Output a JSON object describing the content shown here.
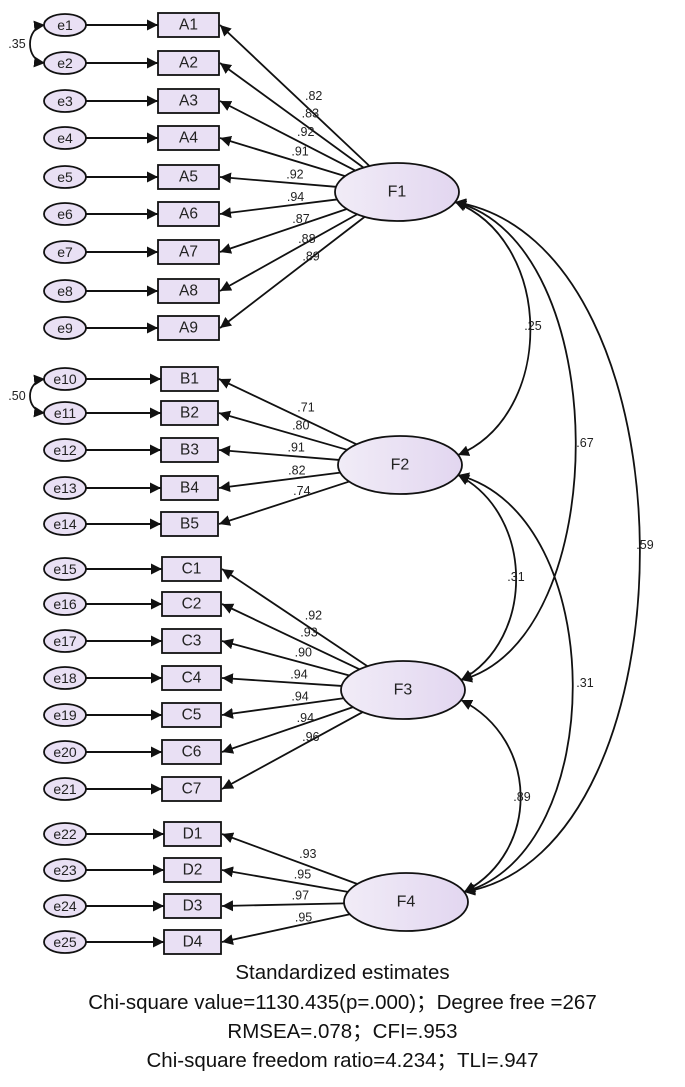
{
  "diagram_title": "Standardized estimates",
  "fit_lines": [
    "Chi-square value=1130.435(p=.000)；Degree free =267",
    "RMSEA=.078；CFI=.953",
    "Chi-square freedom ratio=4.234；TLI=.947"
  ],
  "colors": {
    "node_fill": "#e9e0f4",
    "factor_fill_light": "#f1ecf7",
    "factor_fill_dark": "#e2d6f0",
    "stroke": "#111111"
  },
  "factors": [
    {
      "label": "F1",
      "indicators": [
        {
          "label": "A1",
          "error": "e1",
          "loading": ".82"
        },
        {
          "label": "A2",
          "error": "e2",
          "loading": ".83"
        },
        {
          "label": "A3",
          "error": "e3",
          "loading": ".92"
        },
        {
          "label": "A4",
          "error": "e4",
          "loading": ".91"
        },
        {
          "label": "A5",
          "error": "e5",
          "loading": ".92"
        },
        {
          "label": "A6",
          "error": "e6",
          "loading": ".94"
        },
        {
          "label": "A7",
          "error": "e7",
          "loading": ".87"
        },
        {
          "label": "A8",
          "error": "e8",
          "loading": ".88"
        },
        {
          "label": "A9",
          "error": "e9",
          "loading": ".89"
        }
      ]
    },
    {
      "label": "F2",
      "indicators": [
        {
          "label": "B1",
          "error": "e10",
          "loading": ".71"
        },
        {
          "label": "B2",
          "error": "e11",
          "loading": ".80"
        },
        {
          "label": "B3",
          "error": "e12",
          "loading": ".91"
        },
        {
          "label": "B4",
          "error": "e13",
          "loading": ".82"
        },
        {
          "label": "B5",
          "error": "e14",
          "loading": ".74"
        }
      ]
    },
    {
      "label": "F3",
      "indicators": [
        {
          "label": "C1",
          "error": "e15",
          "loading": ".92"
        },
        {
          "label": "C2",
          "error": "e16",
          "loading": ".93"
        },
        {
          "label": "C3",
          "error": "e17",
          "loading": ".90"
        },
        {
          "label": "C4",
          "error": "e18",
          "loading": ".94"
        },
        {
          "label": "C5",
          "error": "e19",
          "loading": ".94"
        },
        {
          "label": "C6",
          "error": "e20",
          "loading": ".94"
        },
        {
          "label": "C7",
          "error": "e21",
          "loading": ".96"
        }
      ]
    },
    {
      "label": "F4",
      "indicators": [
        {
          "label": "D1",
          "error": "e22",
          "loading": ".93"
        },
        {
          "label": "D2",
          "error": "e23",
          "loading": ".95"
        },
        {
          "label": "D3",
          "error": "e24",
          "loading": ".97"
        },
        {
          "label": "D4",
          "error": "e25",
          "loading": ".95"
        }
      ]
    }
  ],
  "error_covariances": [
    {
      "from": "e1",
      "to": "e2",
      "value": ".35"
    },
    {
      "from": "e10",
      "to": "e11",
      "value": ".50"
    }
  ],
  "factor_correlations": [
    {
      "from": "F1",
      "to": "F2",
      "value": ".25"
    },
    {
      "from": "F1",
      "to": "F3",
      "value": ".67"
    },
    {
      "from": "F1",
      "to": "F4",
      "value": ".59"
    },
    {
      "from": "F2",
      "to": "F3",
      "value": ".31"
    },
    {
      "from": "F2",
      "to": "F4",
      "value": ".31"
    },
    {
      "from": "F3",
      "to": "F4",
      "value": ".89"
    }
  ]
}
